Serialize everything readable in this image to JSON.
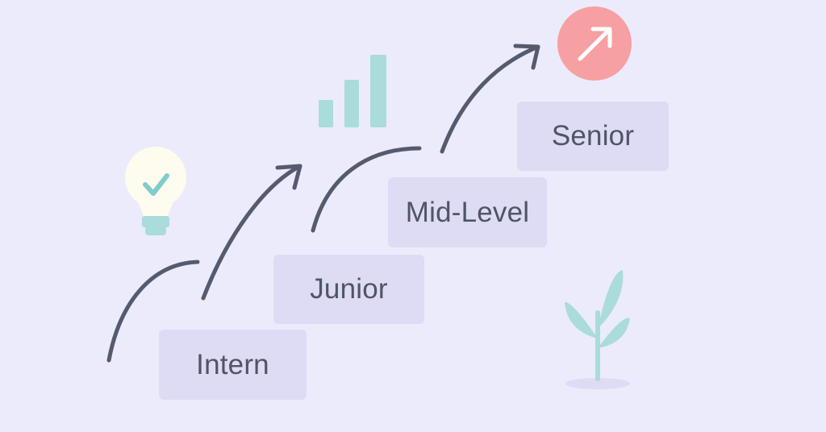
{
  "steps": [
    {
      "label": "Intern"
    },
    {
      "label": "Junior"
    },
    {
      "label": "Mid-Level"
    },
    {
      "label": "Senior"
    }
  ],
  "colors": {
    "background": "#ecebfb",
    "step_box": "#dddcf4",
    "step_text": "#4f5468",
    "arrow": "#555a6e",
    "accent_red": "#f6a0a3",
    "accent_teal": "#a9dcdb",
    "bulb": "#fdfcef"
  },
  "icons": [
    "lightbulb-check-icon",
    "bar-chart-icon",
    "growth-arrow-icon",
    "sprout-icon"
  ]
}
